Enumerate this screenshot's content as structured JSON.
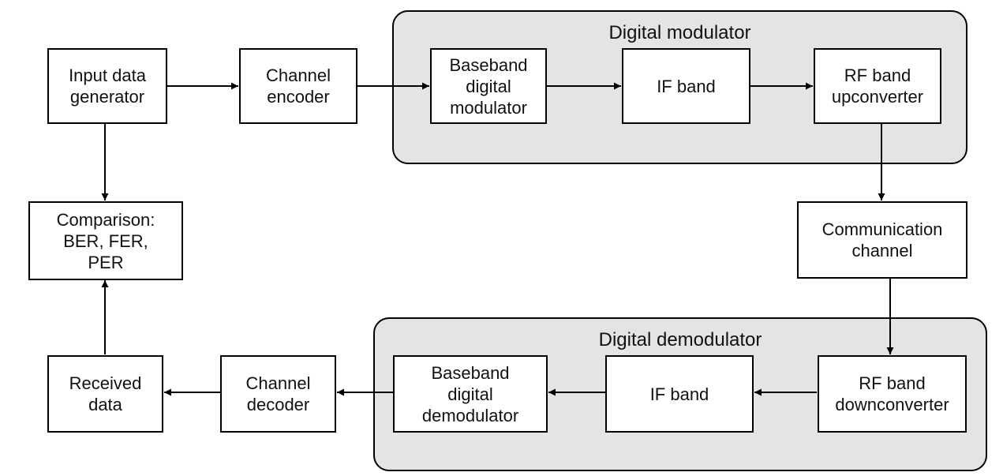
{
  "groups": {
    "modulator": "Digital modulator",
    "demodulator": "Digital demodulator"
  },
  "blocks": {
    "input_generator": "Input data\ngenerator",
    "channel_encoder": "Channel\nencoder",
    "baseband_modulator": "Baseband\ndigital\nmodulator",
    "if_band_tx": "IF band",
    "rf_upconverter": "RF band\nupconverter",
    "comm_channel": "Communication\nchannel",
    "comparison": "Comparison:\nBER, FER,\nPER",
    "rf_downconverter": "RF band\ndownconverter",
    "if_band_rx": "IF band",
    "baseband_demodulator": "Baseband\ndigital\ndemodulator",
    "channel_decoder": "Channel\ndecoder",
    "received_data": "Received\ndata"
  },
  "colors": {
    "group_fill": "#e4e4e4",
    "block_fill": "#ffffff",
    "stroke": "#000000"
  }
}
